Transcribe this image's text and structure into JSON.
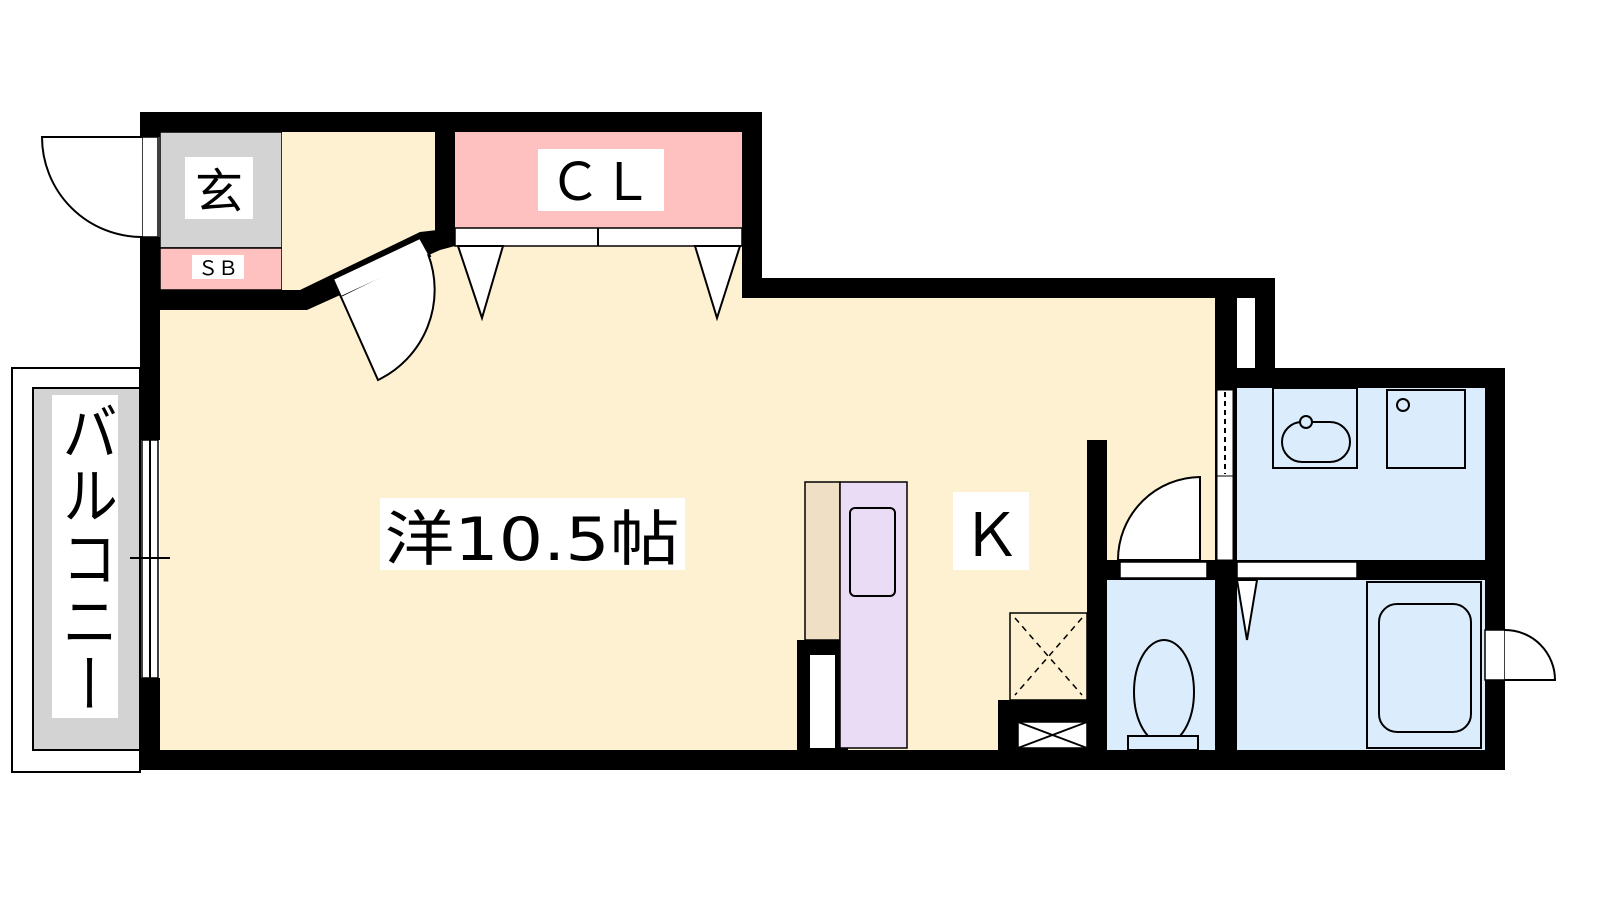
{
  "plan": {
    "rooms": {
      "entrance": "玄",
      "shoe_box": "ＳＢ",
      "closet": "ＣＬ",
      "western_room": "洋10.5帖",
      "kitchen": "Ｋ",
      "balcony": "バルコニー"
    },
    "colors": {
      "wall": "#000000",
      "room": "#FDF1D2",
      "closet": "#FFC0C0",
      "entrance": "#D3D3D3",
      "wet_area": "#DBECFD",
      "kitchen_counter": "#EBDCF5",
      "counter_side": "#EFE0C5"
    }
  }
}
